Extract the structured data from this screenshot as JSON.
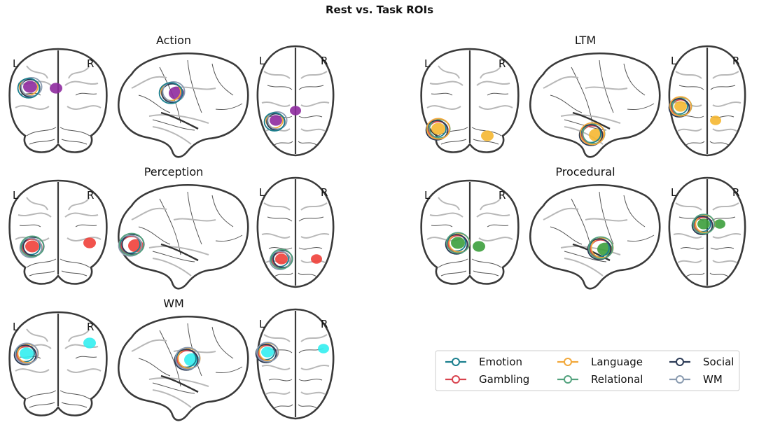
{
  "figure": {
    "title": "Rest vs. Task ROIs",
    "hemisphere_left": "L",
    "hemisphere_right": "R"
  },
  "panels": [
    {
      "name": "Action",
      "blob_color": "#8e2a9e",
      "rings": [
        "Language",
        "Social",
        "WM",
        "Emotion"
      ]
    },
    {
      "name": "LTM",
      "blob_color": "#f5b731",
      "rings": [
        "Emotion",
        "Gambling",
        "Relational",
        "Social",
        "Language"
      ]
    },
    {
      "name": "Perception",
      "blob_color": "#f0403a",
      "rings": [
        "Emotion",
        "Gambling",
        "Social",
        "WM",
        "Relational"
      ]
    },
    {
      "name": "Procedural",
      "blob_color": "#3c9e3c",
      "rings": [
        "Emotion",
        "Gambling",
        "Language",
        "Social",
        "Relational"
      ]
    },
    {
      "name": "WM",
      "blob_color": "#33eef0",
      "rings": [
        "Emotion",
        "Gambling",
        "Language",
        "Social",
        "WM"
      ]
    }
  ],
  "legend": {
    "items": [
      {
        "label": "Emotion",
        "color": "#1b7f8e"
      },
      {
        "label": "Gambling",
        "color": "#d8434e"
      },
      {
        "label": "Language",
        "color": "#f2a83a"
      },
      {
        "label": "Relational",
        "color": "#53a27e"
      },
      {
        "label": "Social",
        "color": "#2b3a55"
      },
      {
        "label": "WM",
        "color": "#8a9bb0"
      }
    ]
  }
}
